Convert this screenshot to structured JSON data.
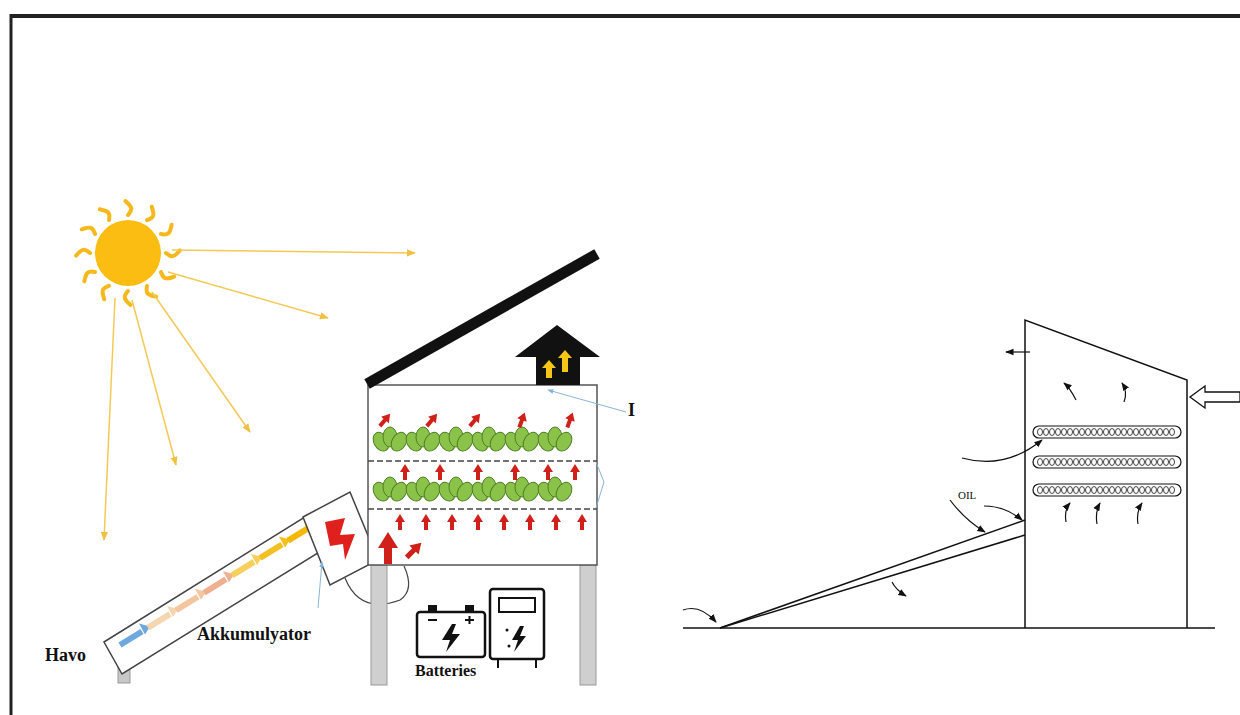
{
  "diagram": {
    "labels": [
      "Havo",
      "Akkumulyator",
      "Batteries",
      "I",
      "OIL"
    ]
  }
}
